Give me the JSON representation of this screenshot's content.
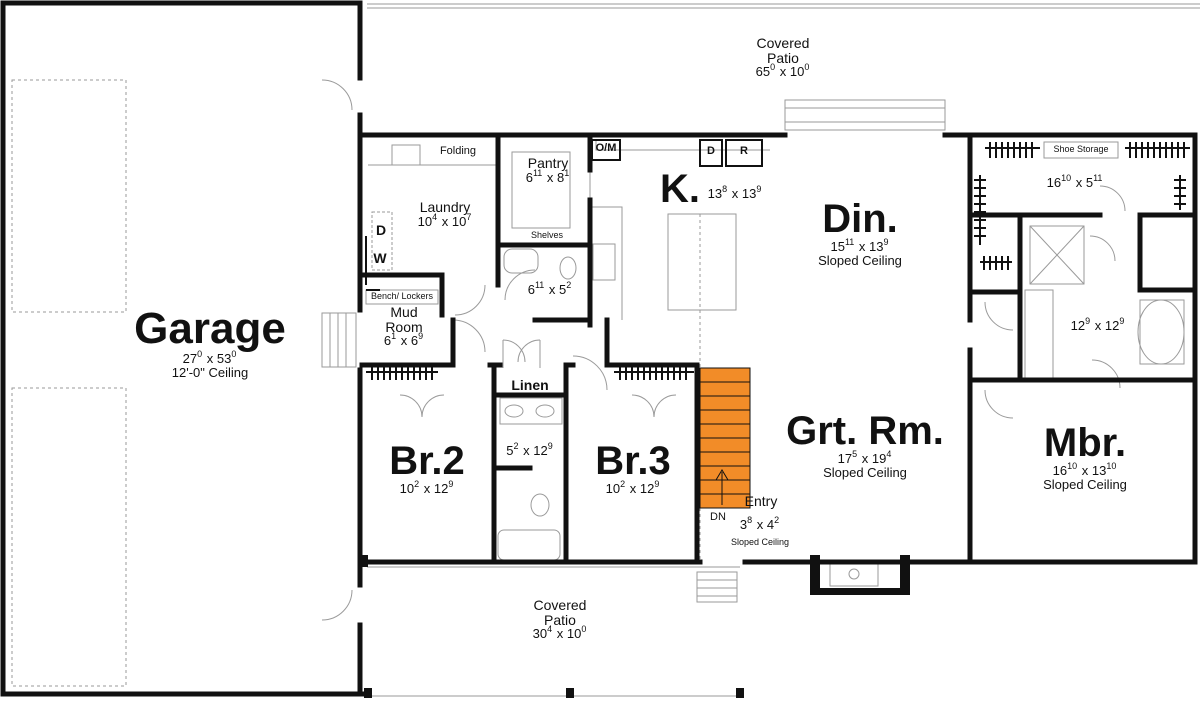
{
  "rooms": {
    "covered_patio_top": {
      "name": "Covered\nPatio",
      "dim_a": "65",
      "sup_a": "0",
      "dim_b": "10",
      "sup_b": "0"
    },
    "garage": {
      "name": "Garage",
      "dim_a": "27",
      "sup_a": "0",
      "dim_b": "53",
      "sup_b": "0",
      "note": "12'-0\" Ceiling"
    },
    "laundry": {
      "name": "Laundry",
      "dim_a": "10",
      "sup_a": "4",
      "dim_b": "10",
      "sup_b": "7",
      "folding": "Folding",
      "d": "D",
      "w": "W"
    },
    "pantry": {
      "name": "Pantry",
      "dim_a": "6",
      "sup_a": "11",
      "dim_b": "8",
      "sup_b": "1",
      "shelves": "Shelves"
    },
    "om": "O/M",
    "d_box": "D",
    "r_box": "R",
    "kitchen": {
      "name": "K.",
      "dim_a": "13",
      "sup_a": "8",
      "dim_b": "13",
      "sup_b": "9"
    },
    "dining": {
      "name": "Din.",
      "dim_a": "15",
      "sup_a": "11",
      "dim_b": "13",
      "sup_b": "9",
      "note": "Sloped Ceiling"
    },
    "shoe_storage": "Shoe Storage",
    "closet_master": {
      "dim_a": "16",
      "sup_a": "10",
      "dim_b": "5",
      "sup_b": "11"
    },
    "master_bath": {
      "dim_a": "12",
      "sup_a": "9",
      "dim_b": "12",
      "sup_b": "9"
    },
    "bath_hall": {
      "dim_a": "6",
      "sup_a": "11",
      "dim_b": "5",
      "sup_b": "2"
    },
    "bench": "Bench/ Lockers",
    "mud_room": {
      "name": "Mud\nRoom",
      "dim_a": "6",
      "sup_a": "1",
      "dim_b": "6",
      "sup_b": "9"
    },
    "linen": "Linen",
    "br2": {
      "name": "Br.2",
      "dim_a": "10",
      "sup_a": "2",
      "dim_b": "12",
      "sup_b": "9"
    },
    "bath2": {
      "dim_a": "5",
      "sup_a": "2",
      "dim_b": "12",
      "sup_b": "9"
    },
    "br3": {
      "name": "Br.3",
      "dim_a": "10",
      "sup_a": "2",
      "dim_b": "12",
      "sup_b": "9"
    },
    "great_room": {
      "name": "Grt. Rm.",
      "dim_a": "17",
      "sup_a": "5",
      "dim_b": "19",
      "sup_b": "4",
      "note": "Sloped Ceiling"
    },
    "master_br": {
      "name": "Mbr.",
      "dim_a": "16",
      "sup_a": "10",
      "dim_b": "13",
      "sup_b": "10",
      "note": "Sloped Ceiling"
    },
    "entry": {
      "name": "Entry",
      "dn": "DN",
      "dim_a": "3",
      "sup_a": "8",
      "dim_b": "4",
      "sup_b": "2",
      "note": "Sloped Ceiling"
    },
    "covered_patio_bottom": {
      "name": "Covered\nPatio",
      "dim_a": "30",
      "sup_a": "4",
      "dim_b": "10",
      "sup_b": "0"
    },
    "x": "x"
  },
  "colors": {
    "wall": "#111111",
    "stair": "#f28c28",
    "light_line": "#8a8a8a"
  }
}
